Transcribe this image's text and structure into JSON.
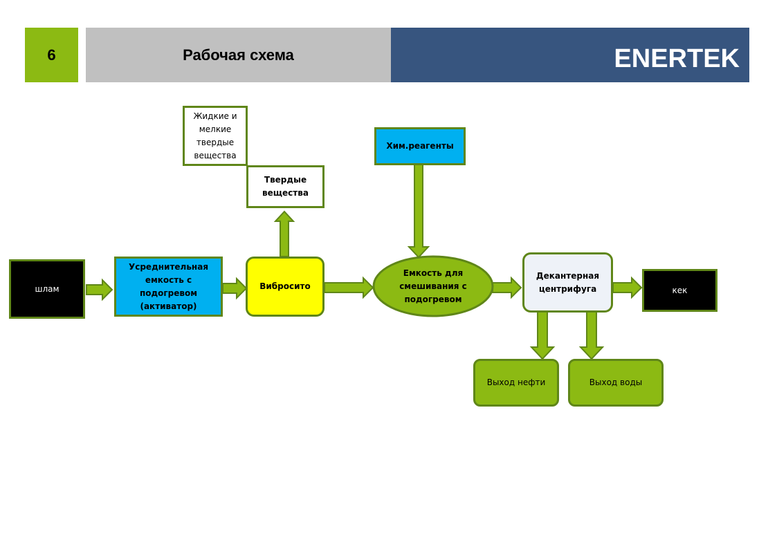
{
  "header": {
    "slide_number": "6",
    "title": "Рабочая схема",
    "brand": "ENERTEK"
  },
  "colors": {
    "accent_green": "#8cba13",
    "border_green": "#5f8618",
    "header_gray": "#c0c0c0",
    "brand_blue": "#37557f",
    "cyan": "#00b0f0",
    "yellow": "#ffff00",
    "black": "#000000",
    "light_gray_blue": "#eef2f8"
  },
  "nodes": {
    "sludge": "шлам",
    "averaging_tank": "Усреднительная емкость с подогревом (активатор)",
    "vibrosieve": "Вибросито",
    "solids": "Твердые вещества",
    "liquid_fine_solids": "Жидкие и мелкие твердые вещества",
    "chem_reagents": "Хим.реагенты",
    "mixing_tank": "Емкость для смешивания с подогревом",
    "decanter": "Декантерная центрифуга",
    "cake": "кек",
    "oil_output": "Выход нефти",
    "water_output": "Выход воды"
  },
  "flows": [
    {
      "from": "sludge",
      "to": "averaging_tank"
    },
    {
      "from": "averaging_tank",
      "to": "vibrosieve"
    },
    {
      "from": "vibrosieve",
      "to": "solids"
    },
    {
      "from": "vibrosieve",
      "to": "mixing_tank"
    },
    {
      "from": "chem_reagents",
      "to": "mixing_tank"
    },
    {
      "from": "mixing_tank",
      "to": "decanter"
    },
    {
      "from": "decanter",
      "to": "cake"
    },
    {
      "from": "decanter",
      "to": "oil_output"
    },
    {
      "from": "decanter",
      "to": "water_output"
    }
  ]
}
